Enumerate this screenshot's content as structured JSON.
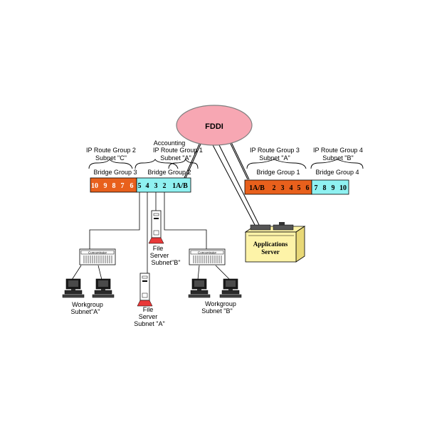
{
  "fddi": {
    "label": "FDDI",
    "fill": "#f7a7b3",
    "stroke": "#7f7f7f"
  },
  "colors": {
    "orange": "#e8601c",
    "cyan": "#8ff1f1",
    "server_body": "#fdf3a8",
    "file_server_base": "#e83838"
  },
  "groups": {
    "ipg2_line1": "IP Route Group 2",
    "ipg2_line2": "Subnet \"C\"",
    "accounting": "Accounting",
    "ipg1_line1": "IP Route Group 1",
    "ipg1_line2": "Subnet \"A\"",
    "ipg3_line1": "IP Route Group 3",
    "ipg3_line2": "Subnet \"A\"",
    "ipg4_line1": "IP Route Group 4",
    "ipg4_line2": "Subnet \"B\""
  },
  "bridges": {
    "bg3": "Bridge Group 3",
    "bg2": "Bridge Group 2",
    "bg1": "Bridge Group 1",
    "bg4": "Bridge Group 4"
  },
  "switch_left": {
    "orange_ports": [
      "10",
      "9",
      "8",
      "7",
      "6"
    ],
    "cyan_ports": [
      "5",
      "4",
      "3",
      "2",
      "1A/B"
    ]
  },
  "switch_right": {
    "orange_ports": [
      "1A/B",
      "2",
      "3",
      "4",
      "5",
      "6"
    ],
    "cyan_ports": [
      "7",
      "8",
      "9",
      "10"
    ]
  },
  "concentrator_label": "Concentrator",
  "app_server": {
    "line1": "Applications",
    "line2": "Server"
  },
  "file_server_b": {
    "line1": "File",
    "line2": "Server",
    "line3": "Subnet\"B\""
  },
  "file_server_a": {
    "line1": "File",
    "line2": "Server",
    "line3": "Subnet \"A\""
  },
  "workgroup_a": {
    "line1": "Workgroup",
    "line2": "Subnet\"A\""
  },
  "workgroup_b": {
    "line1": "Workgroup",
    "line2": "Subnet \"B\""
  }
}
